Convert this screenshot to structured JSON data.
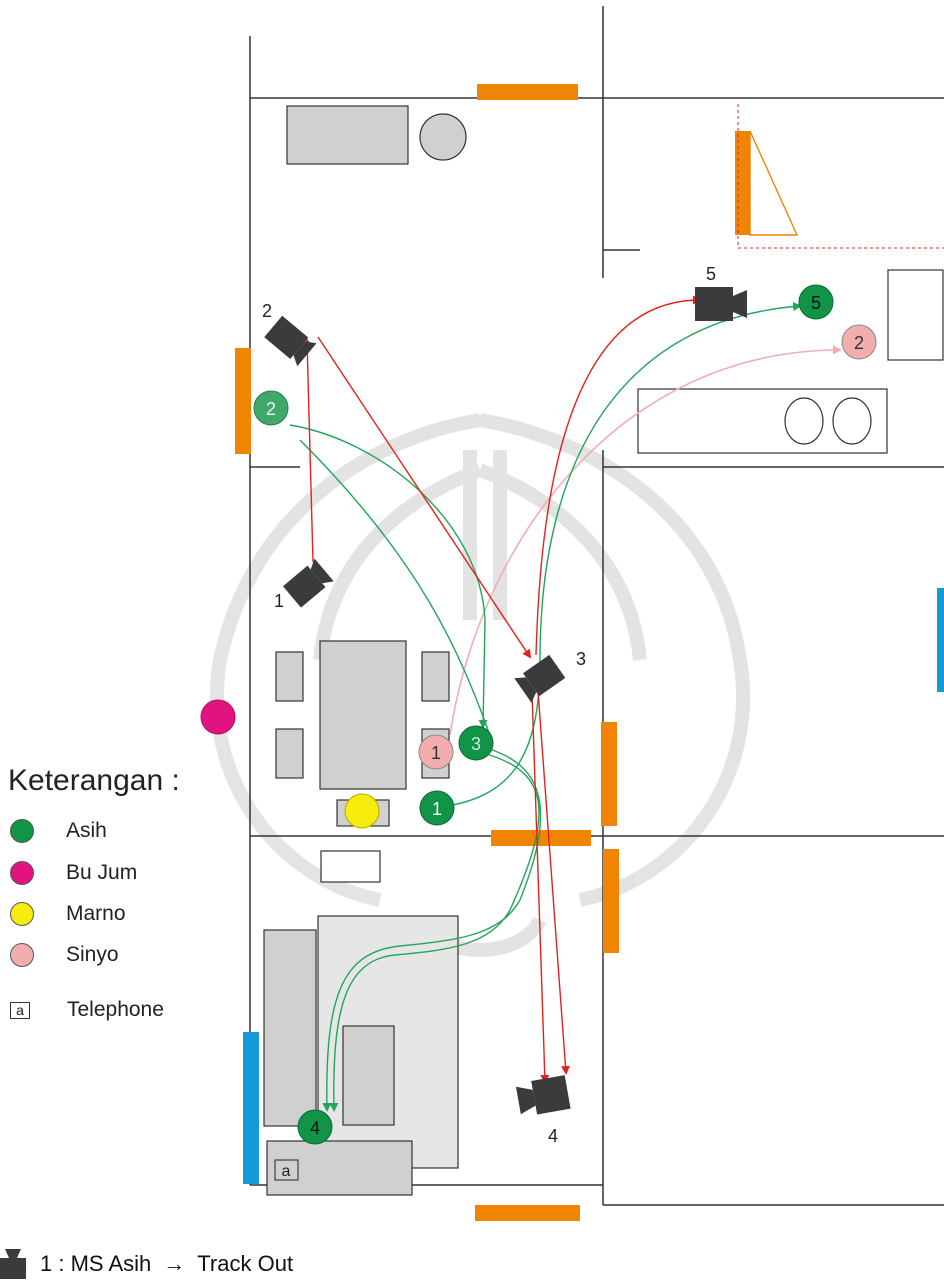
{
  "legend": {
    "title": "Keterangan :",
    "items": [
      {
        "name": "Asih",
        "color": "#119447"
      },
      {
        "name": "Bu Jum",
        "color": "#e1147f"
      },
      {
        "name": "Marno",
        "color": "#f8ec0f"
      },
      {
        "name": "Sinyo",
        "color": "#f2aeae"
      }
    ],
    "prop": {
      "mark": "a",
      "label": "Telephone"
    }
  },
  "cameras": [
    {
      "label": "1"
    },
    {
      "label": "2"
    },
    {
      "label": "3"
    },
    {
      "label": "4"
    },
    {
      "label": "5"
    }
  ],
  "markers": {
    "asih": [
      "1",
      "2",
      "3",
      "4",
      "5"
    ],
    "sinyo": [
      "1",
      "2"
    ]
  },
  "telephone_mark": "a",
  "caption": {
    "camera_number": "1",
    "shot": "MS Asih",
    "arrow": "→",
    "movement": "Track Out"
  },
  "colors": {
    "wall": "#333333",
    "door": "#ef8405",
    "window": "#159ad9",
    "furniture": "#d0d0d0",
    "camera": "#3b3b3b",
    "camera_path": "#e3231b",
    "asih_path": "#22a55a",
    "sinyo_path": "#f2aeae"
  }
}
